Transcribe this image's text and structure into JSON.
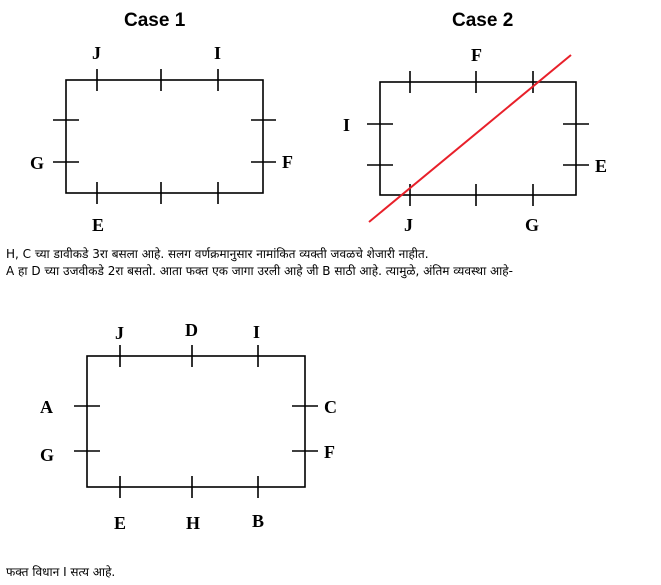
{
  "case1": {
    "title": "Case 1",
    "labels": {
      "J": "J",
      "I": "I",
      "G": "G",
      "F": "F",
      "E": "E"
    }
  },
  "case2": {
    "title": "Case 2",
    "labels": {
      "F": "F",
      "I": "I",
      "E": "E",
      "J": "J",
      "G": "G"
    }
  },
  "notes": {
    "line1": "H, C च्या डावीकडे 3रा बसला आहे. सलग वर्णक्रमानुसार नामांकित व्यक्ती जवळचे शेजारी नाहीत.",
    "line2": "A हा D च्या उजवीकडे 2रा बसतो. आता फक्त एक जागा उरली आहे जी B साठी आहे. त्यामुळे, अंतिम व्यवस्था आहे-",
    "conclusion": "फक्त विधान I सत्य आहे."
  },
  "final": {
    "labels": {
      "J": "J",
      "D": "D",
      "I": "I",
      "A": "A",
      "C": "C",
      "G": "G",
      "F": "F",
      "E": "E",
      "H": "H",
      "B": "B"
    }
  },
  "colors": {
    "line": "#000000",
    "strike": "#e8202a"
  }
}
